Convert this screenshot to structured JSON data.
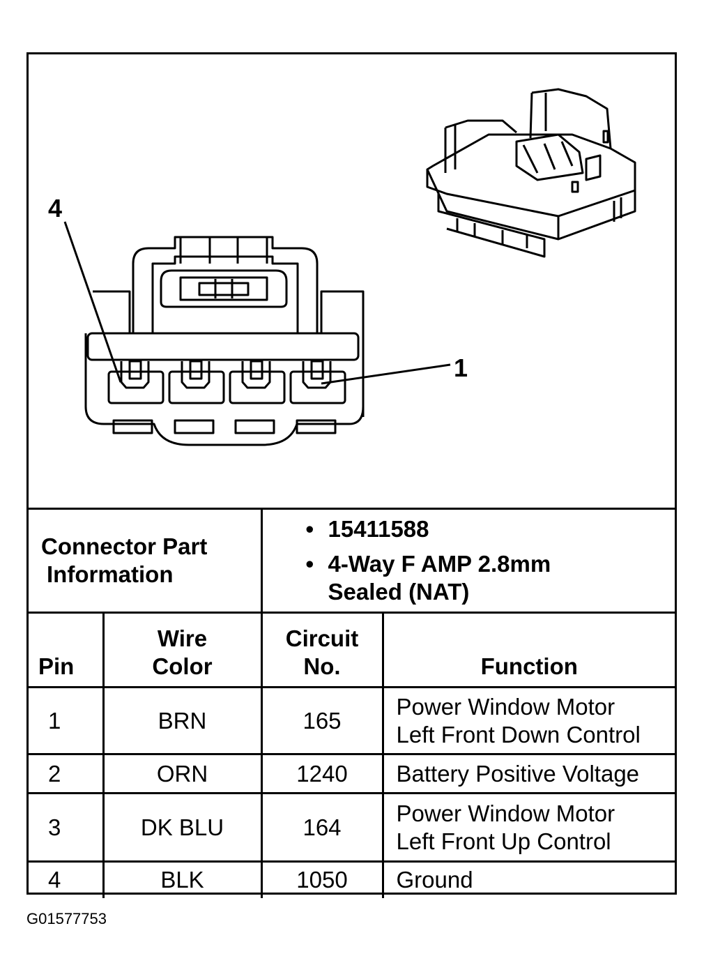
{
  "figure": {
    "callout_left": "4",
    "callout_right": "1"
  },
  "connector_info": {
    "label_line1": "Connector Part",
    "label_line2": "Information",
    "bullet": "•",
    "part_number": "15411588",
    "description_line1": "4-Way F AMP 2.8mm",
    "description_line2": "Sealed (NAT)"
  },
  "table": {
    "headers": {
      "pin": "Pin",
      "wire_line1": "Wire",
      "wire_line2": "Color",
      "circuit_line1": "Circuit",
      "circuit_line2": "No.",
      "function": "Function"
    },
    "rows": [
      {
        "pin": "1",
        "wire": "BRN",
        "circuit": "165",
        "function_line1": "Power Window Motor",
        "function_line2": "Left Front Down Control"
      },
      {
        "pin": "2",
        "wire": "ORN",
        "circuit": "1240",
        "function_line1": "Battery Positive Voltage",
        "function_line2": ""
      },
      {
        "pin": "3",
        "wire": "DK BLU",
        "circuit": "164",
        "function_line1": "Power Window Motor",
        "function_line2": "Left Front Up Control"
      },
      {
        "pin": "4",
        "wire": "BLK",
        "circuit": "1050",
        "function_line1": "Ground",
        "function_line2": ""
      }
    ]
  },
  "figure_id": "G01577753"
}
